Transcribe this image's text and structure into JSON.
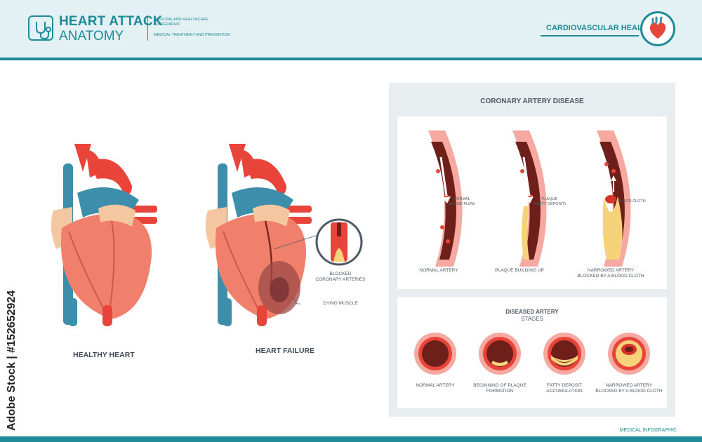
{
  "header": {
    "title_line1": "HEART ATTACK",
    "title_line2": "ANATOMY",
    "sub_line1": "MEDICINE AND HEALTHCARE",
    "sub_line2": "INFOGRAPHIC",
    "sub_line3": "MEDICAL TREATMENT AND PREVENTION",
    "right_label": "CARDIOVASCULAR HEALTH",
    "logo_icon": "stethoscope-icon",
    "right_icon": "heart-icon"
  },
  "left": {
    "healthy_label": "HEALTHY HEART",
    "failure_label": "HEART FAILURE",
    "callout_blocked_line1": "BLOCKED",
    "callout_blocked_line2": "CORONARY ARTERIES",
    "callout_dying": "DYING MUSCLE"
  },
  "cad": {
    "title": "CORONARY ARTERY DISEASE",
    "arteries": [
      {
        "label": "NORMAL ARTERY",
        "annot_line1": "NORMAL",
        "annot_line2": "BLOOD FLOW"
      },
      {
        "label": "PLAQUE BUILDING UP",
        "annot_line1": "PLAQUE",
        "annot_line2": "(FATTY DEPOSIT)"
      },
      {
        "label_line1": "NARROWED ARTERY",
        "label_line2": "BLOCKED BY A BLOOD CLOTH",
        "annot_line1": "BLOOD CLOTH"
      }
    ]
  },
  "stages": {
    "title_line1": "DISEASED ARTERY",
    "title_line2": "STAGES",
    "items": [
      {
        "line1": "NORMAL ARTERY",
        "line2": ""
      },
      {
        "line1": "BEGINNING OF PLAQUE",
        "line2": "FORMATION"
      },
      {
        "line1": "FATTY DEPOSIT",
        "line2": "ACCUMULATION"
      },
      {
        "line1": "NARROWED ARTERY",
        "line2": "BLOCKED BY A BLOOD CLOTH"
      }
    ]
  },
  "footer": {
    "text": "MEDICAL INFOGRAPHIC",
    "stamp": "Adobe Stock | #152652924"
  },
  "colors": {
    "accent": "#1f8b99",
    "heart_body": "#f0806c",
    "artery_red": "#e8443a",
    "vein_blue": "#3d8eaa",
    "fat": "#f5c7a0",
    "plaque": "#f6d27a",
    "lumen": "#6e1f1a"
  }
}
